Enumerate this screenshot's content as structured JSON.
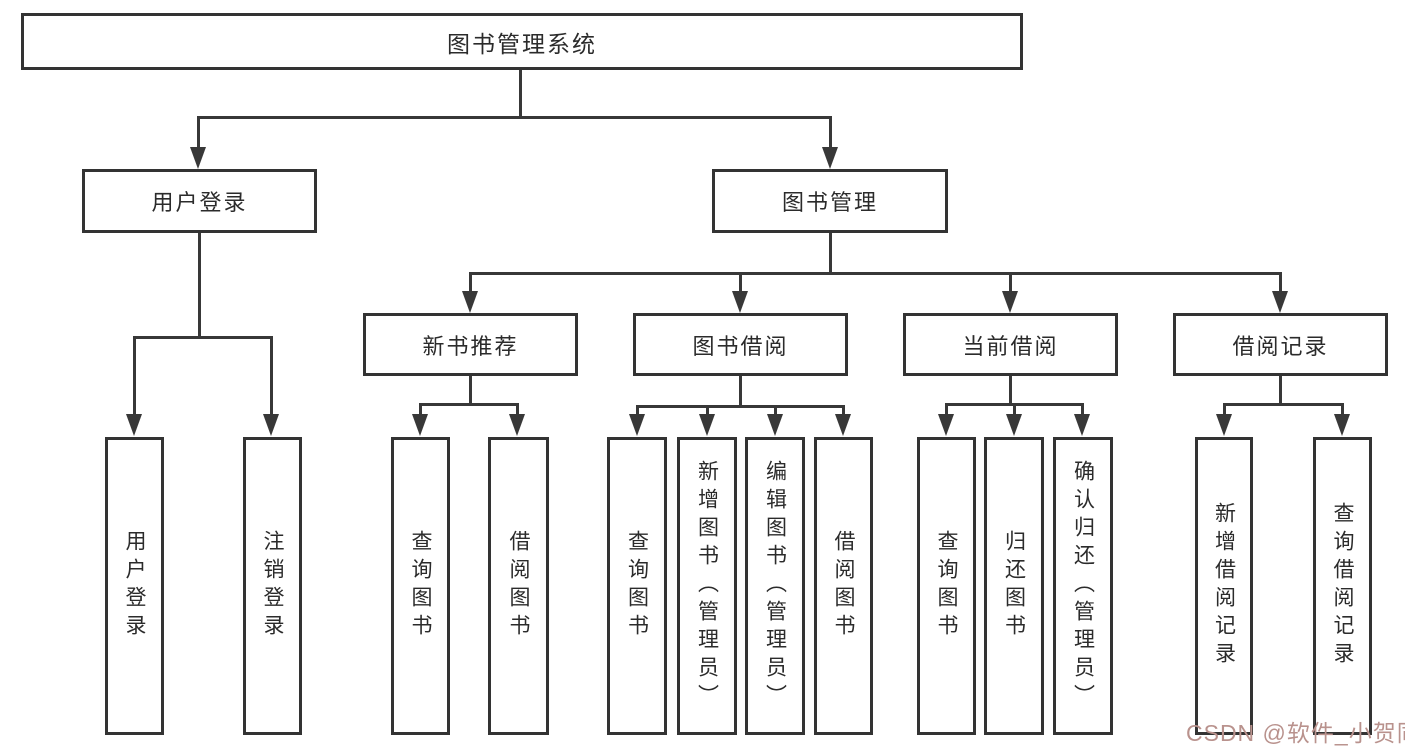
{
  "tree": {
    "label": "图书管理系统",
    "children": [
      {
        "label": "用户登录",
        "children": [
          {
            "label": "用户登录"
          },
          {
            "label": "注销登录"
          }
        ]
      },
      {
        "label": "图书管理",
        "children": [
          {
            "label": "新书推荐",
            "children": [
              {
                "label": "查询图书"
              },
              {
                "label": "借阅图书"
              }
            ]
          },
          {
            "label": "图书借阅",
            "children": [
              {
                "label": "查询图书"
              },
              {
                "label": "新增图书（管理员）"
              },
              {
                "label": "编辑图书（管理员）"
              },
              {
                "label": "借阅图书"
              }
            ]
          },
          {
            "label": "当前借阅",
            "children": [
              {
                "label": "查询图书"
              },
              {
                "label": "归还图书"
              },
              {
                "label": "确认归还（管理员）"
              }
            ]
          },
          {
            "label": "借阅记录",
            "children": [
              {
                "label": "新增借阅记录"
              },
              {
                "label": "查询借阅记录"
              }
            ]
          }
        ]
      }
    ]
  },
  "watermark": {
    "text": "CSDN @软件_小贺同学"
  },
  "colors": {
    "line": "#383838",
    "border": "#333333",
    "text": "#2b2b2b",
    "watermark": "#b9928d",
    "background": "#ffffff"
  }
}
